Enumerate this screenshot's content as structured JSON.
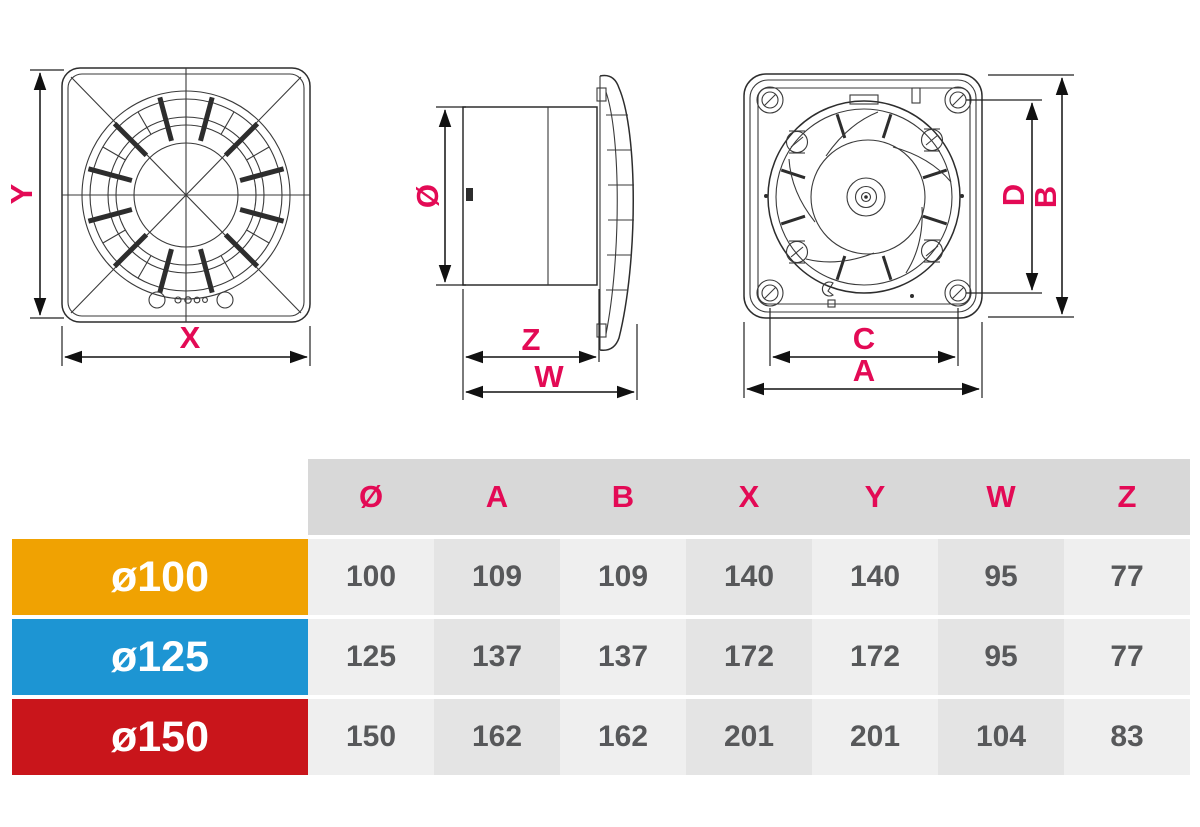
{
  "colors": {
    "accent": "#e30a55",
    "header_bg": "#d8d8d8",
    "cell_bg_dark": "#e4e4e4",
    "cell_bg_light": "#efefef",
    "value_text": "#57585a"
  },
  "drawing": {
    "labels": {
      "y": "Y",
      "x": "X",
      "dia": "Ø",
      "z": "Z",
      "w": "W",
      "d": "D",
      "b": "B",
      "c": "C",
      "a": "A"
    }
  },
  "table": {
    "headers": [
      "Ø",
      "A",
      "B",
      "X",
      "Y",
      "W",
      "Z"
    ],
    "rows": [
      {
        "label": "ø100",
        "color": "#f0a202",
        "values": [
          100,
          109,
          109,
          140,
          140,
          95,
          77
        ]
      },
      {
        "label": "ø125",
        "color": "#1d95d3",
        "values": [
          125,
          137,
          137,
          172,
          172,
          95,
          77
        ]
      },
      {
        "label": "ø150",
        "color": "#c9151b",
        "values": [
          150,
          162,
          162,
          201,
          201,
          104,
          83
        ]
      }
    ]
  }
}
